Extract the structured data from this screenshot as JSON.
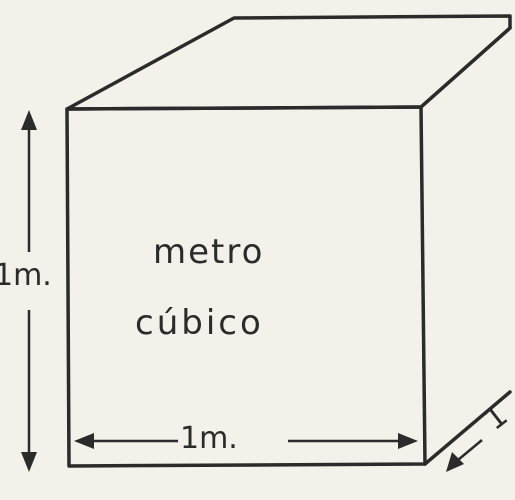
{
  "figure": {
    "label_line1": "metro",
    "label_line2": "cúbico",
    "height_dimension": "1m.",
    "width_dimension": "1m.",
    "depth_dimension": "1",
    "ink_color": "#2b2b2b",
    "paper_color": "#f4f1ea"
  }
}
